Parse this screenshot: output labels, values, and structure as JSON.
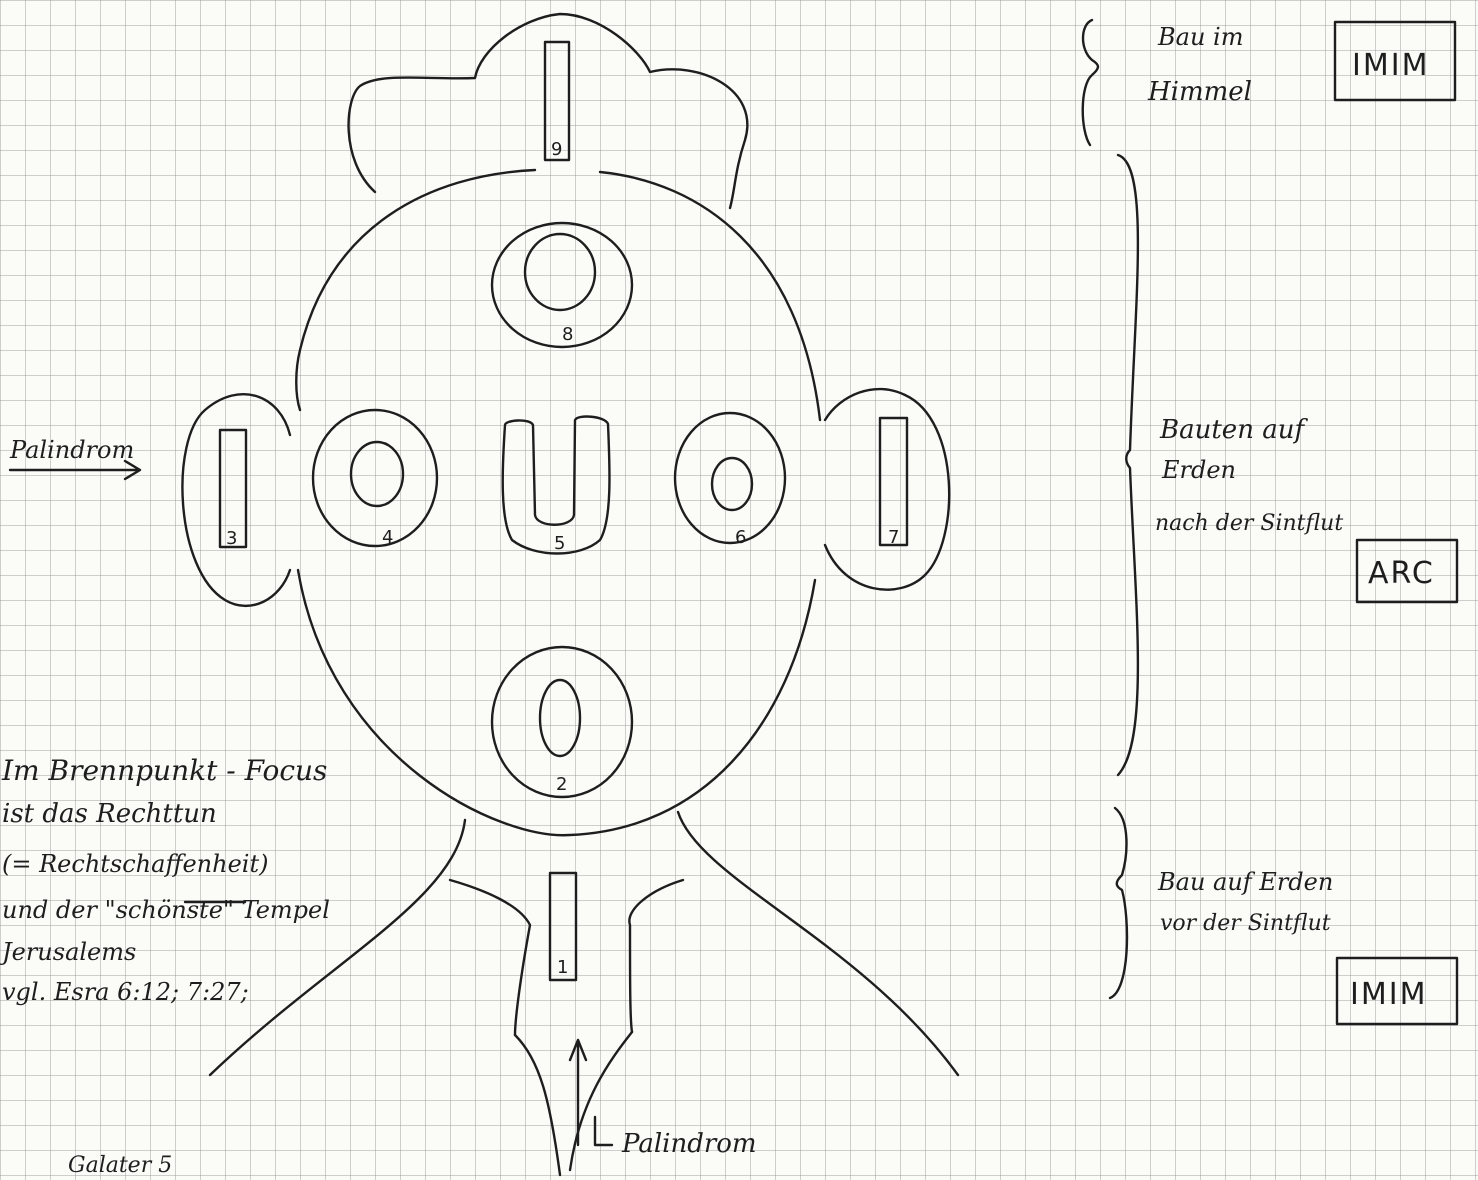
{
  "left_note": {
    "palindrome_arrow_label": "Palindrom",
    "lines": [
      "Im Brennpunkt - Focus",
      "ist das Rechttun",
      "(= Rechtschaffenheit)",
      "und der \"schönste\" Tempel",
      "Jerusalems",
      "vgl. Esra 6:12; 7:27;"
    ],
    "footer": "Galater 5"
  },
  "bottom_label": "Palindrom",
  "numbers": {
    "n1": "1",
    "n2": "2",
    "n3": "3",
    "n4": "4",
    "n5": "5",
    "n6": "6",
    "n7": "7",
    "n8": "8",
    "n9": "9"
  },
  "right_notes": {
    "heaven": {
      "line1": "Bau im",
      "line2": "Himmel",
      "box": "IMIM"
    },
    "after_flood": {
      "line1": "Bauten auf",
      "line2": "Erden",
      "line3": "nach der Sintflut",
      "box": "ARC"
    },
    "before_flood": {
      "line1": "Bau auf Erden",
      "line2": "vor der Sintflut",
      "box": "IMIM"
    }
  }
}
